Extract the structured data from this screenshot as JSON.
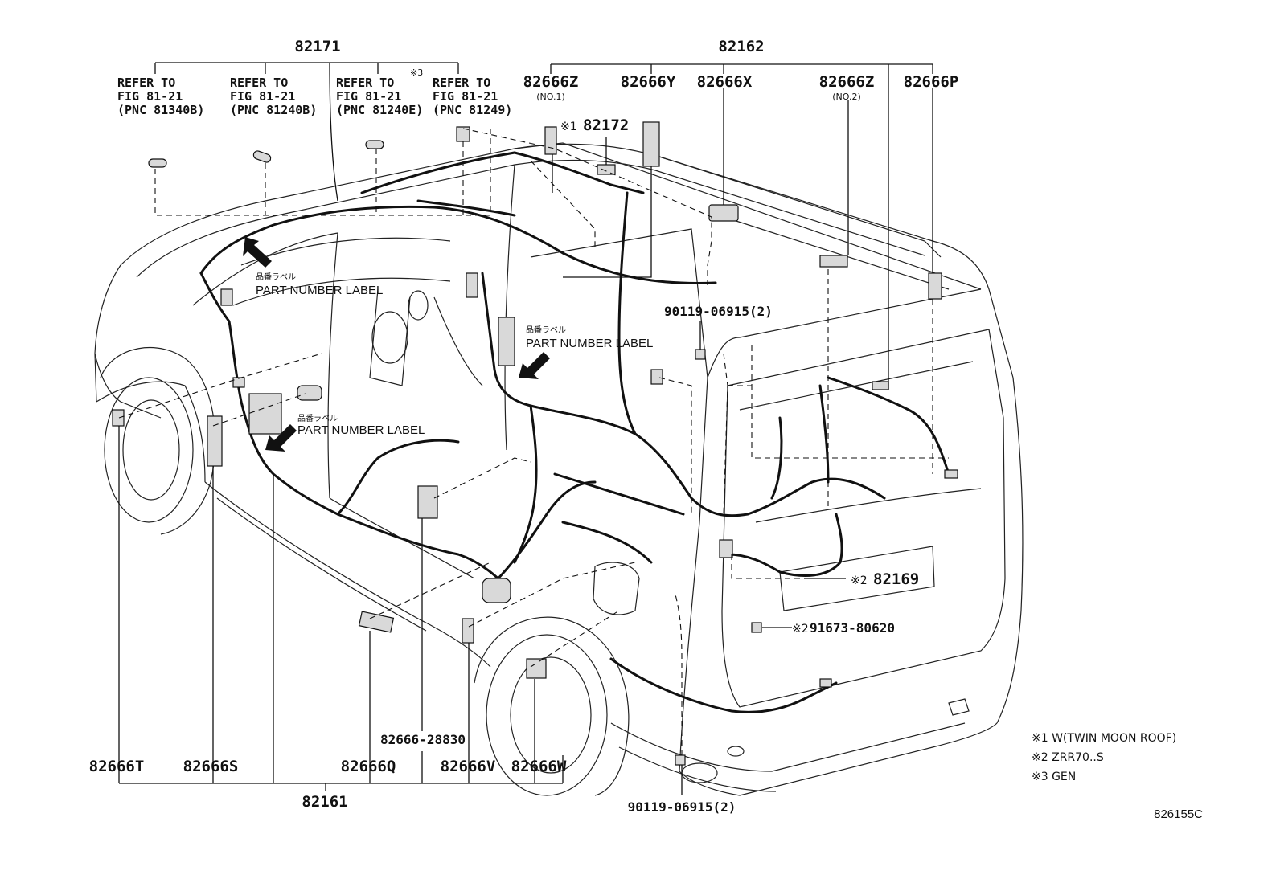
{
  "colors": {
    "ink": "#111111",
    "paper": "#ffffff",
    "part_fill": "#d9d9d9"
  },
  "part_numbers": {
    "p82171": "82171",
    "p82162": "82162",
    "p82666z_1": "82666Z",
    "p82666z_1_sub": "(NO.1)",
    "p82666y": "82666Y",
    "p82666x": "82666X",
    "p82666z_2": "82666Z",
    "p82666z_2_sub": "(NO.2)",
    "p82666p": "82666P",
    "p82172": "82172",
    "p82172_mark": "※1",
    "p90119_top": "90119-06915(2)",
    "p82169": "82169",
    "p82169_mark": "※2",
    "p91673": "91673-80620",
    "p91673_mark": "※2",
    "p90119_bottom": "90119-06915(2)",
    "p82666_28830": "82666-28830",
    "p82666t": "82666T",
    "p82666s": "82666S",
    "p82666q": "82666Q",
    "p82666v": "82666V",
    "p82666w": "82666W",
    "p82161": "82161"
  },
  "refer_notes": [
    {
      "l1": "REFER TO",
      "l2": "FIG 81-21",
      "l3": "(PNC 81340B)"
    },
    {
      "l1": "REFER TO",
      "l2": "FIG 81-21",
      "l3": "(PNC 81240B)"
    },
    {
      "l1": "REFER TO",
      "l2": "FIG 81-21",
      "l3": "(PNC 81240E)"
    },
    {
      "l1": "REFER TO",
      "l2": "FIG 81-21",
      "l3": "(PNC 81249)"
    }
  ],
  "refer_mark": "※3",
  "labels": {
    "jp_label": "品番ラベル",
    "part_number_label": "PART NUMBER LABEL"
  },
  "footnotes": [
    "※1 W(TWIN MOON ROOF)",
    "※2  ZRR70..S",
    "※3 GEN"
  ],
  "figure_id": "826155C"
}
